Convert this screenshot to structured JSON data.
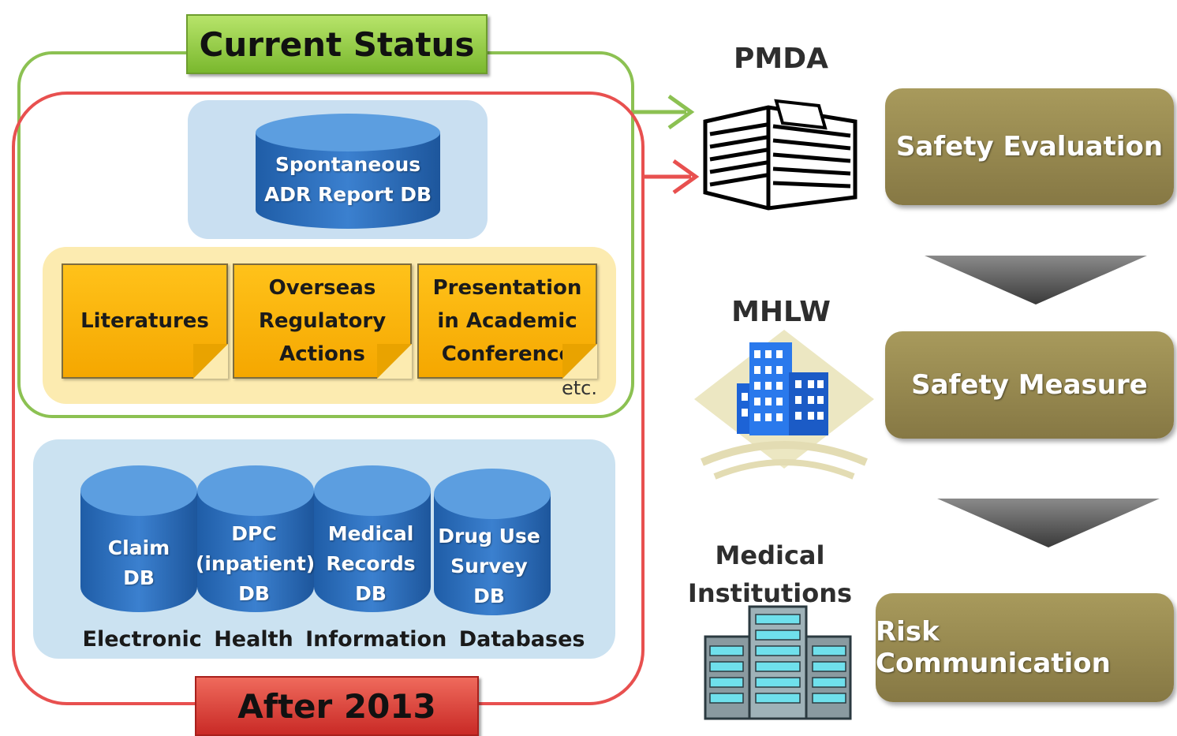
{
  "current_status": "Current Status",
  "after_2013": "After 2013",
  "spontaneous_db": {
    "line1": "Spontaneous",
    "line2": "ADR Report DB"
  },
  "sources": [
    {
      "lines": [
        "Literatures"
      ]
    },
    {
      "lines": [
        "Overseas",
        "Regulatory",
        "Actions"
      ]
    },
    {
      "lines": [
        "Presentation",
        "in Academic",
        "Conference"
      ]
    }
  ],
  "etc": "etc.",
  "ehr_databases": [
    {
      "lines": [
        "Claim",
        "DB"
      ]
    },
    {
      "lines": [
        "DPC",
        "(inpatient)",
        "DB"
      ]
    },
    {
      "lines": [
        "Medical",
        "Records",
        "DB"
      ]
    },
    {
      "lines": [
        "Drug Use",
        "Survey",
        "DB"
      ]
    }
  ],
  "ehr_caption": "Electronic Health Information Databases",
  "orgs": {
    "pmda": "PMDA",
    "mhlw": "MHLW",
    "medical_line1": "Medical",
    "medical_line2": "Institutions"
  },
  "steps": {
    "safety_evaluation": "Safety Evaluation",
    "safety_measure": "Safety Measure",
    "risk_communication": "Risk Communication"
  },
  "colors": {
    "green": "#8cc152",
    "red": "#e8504f",
    "db_blue": "#2f6fb8",
    "note_orange": "#ffb80a",
    "step_olive": "#958850"
  }
}
